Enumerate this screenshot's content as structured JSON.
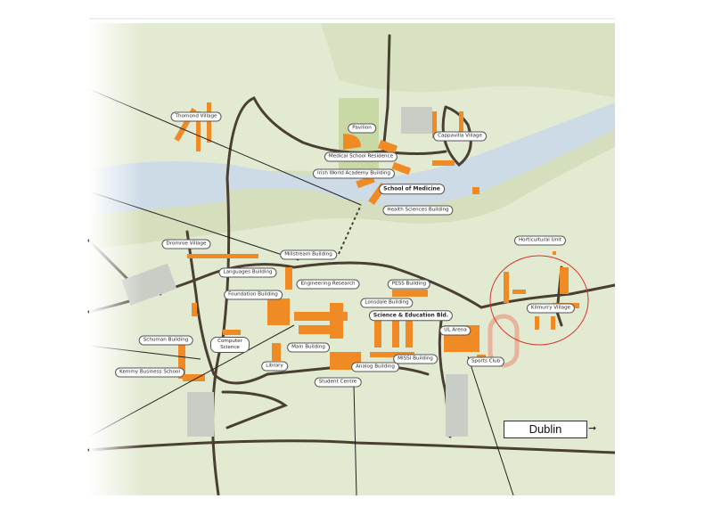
{
  "map": {
    "colors": {
      "land": "#e3ead2",
      "river": "#cddbe7",
      "road": "#4a3f33",
      "building": "#f08a24",
      "highlight_circle": "#d9332a",
      "track": "#e8b39a"
    },
    "labels": [
      {
        "id": "thomond-village",
        "text": "Thomond Village"
      },
      {
        "id": "pavilion",
        "text": "Pavilion"
      },
      {
        "id": "cappavilla-village",
        "text": "Cappavilla Village"
      },
      {
        "id": "medical-school-residence",
        "text": "Medical School Residence"
      },
      {
        "id": "irish-world-academy",
        "text": "Irish World Academy Building"
      },
      {
        "id": "school-of-medicine",
        "text": "School of Medicine"
      },
      {
        "id": "health-sciences",
        "text": "Health Sciences Building"
      },
      {
        "id": "dromroe-village",
        "text": "Dromroe Village"
      },
      {
        "id": "millstream",
        "text": "Millstream Building"
      },
      {
        "id": "languages",
        "text": "Languages Building"
      },
      {
        "id": "engineering-research",
        "text": "Engineering Research"
      },
      {
        "id": "foundation",
        "text": "Foundation Building"
      },
      {
        "id": "pess",
        "text": "PESS Building"
      },
      {
        "id": "lonsdale",
        "text": "Lonsdale Building"
      },
      {
        "id": "science-education",
        "text": "Science & Education Bld."
      },
      {
        "id": "ul-arena",
        "text": "UL Arena"
      },
      {
        "id": "computer-science",
        "text": "Computer Science"
      },
      {
        "id": "schuman",
        "text": "Schuman Building"
      },
      {
        "id": "main-building",
        "text": "Main Building"
      },
      {
        "id": "library",
        "text": "Library"
      },
      {
        "id": "analog",
        "text": "Analog Building"
      },
      {
        "id": "missi",
        "text": "MISSI Building"
      },
      {
        "id": "sports-club",
        "text": "Sports Club"
      },
      {
        "id": "kemmy",
        "text": "Kemmy Business School"
      },
      {
        "id": "student-centre",
        "text": "Student Centre"
      },
      {
        "id": "horticultural-unit",
        "text": "Horticultural Unit"
      },
      {
        "id": "kilmurry-village",
        "text": "Kilmurry Village"
      }
    ],
    "direction_sign": {
      "text": "Dublin",
      "icon": "arrow-right-icon"
    }
  }
}
